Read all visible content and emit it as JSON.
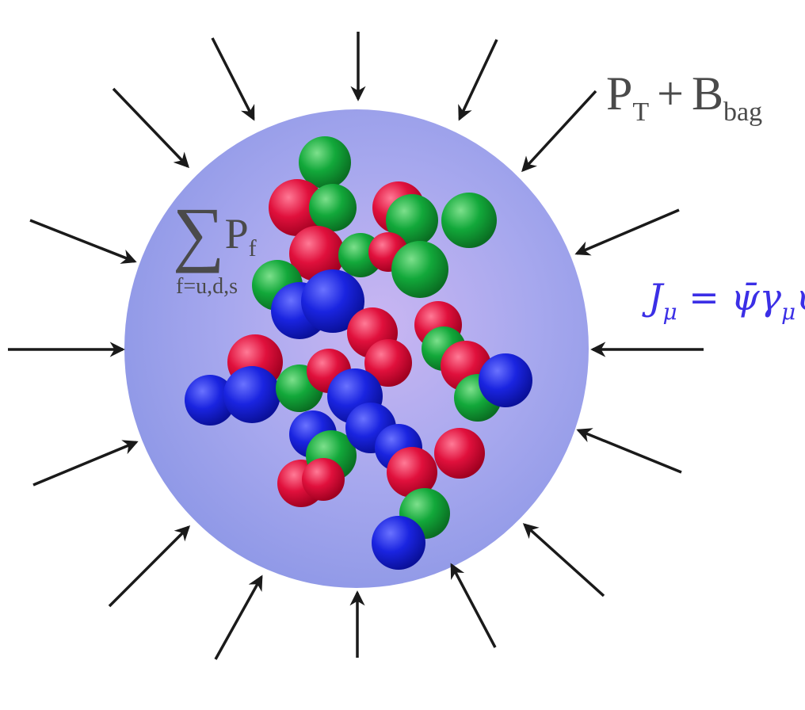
{
  "labels": {
    "pressure": {
      "main": "P",
      "sub": "T",
      "op": "+",
      "b": "B",
      "bsub": "bag"
    },
    "sum": {
      "sigma": "∑",
      "p": "P",
      "sub": "f",
      "range": "f=u,d,s"
    },
    "current": {
      "j": "J",
      "jsub": "μ",
      "eq": " = ",
      "psibar": "ψ̄",
      "gamma": "γ",
      "gsub": "μ",
      "psi": "ψ",
      "color": "#3b2fe6"
    }
  },
  "quark_colors": {
    "red": "#e0103c",
    "green": "#12a83a",
    "blue": "#1a24e0"
  },
  "bag_color": "#8f98ee"
}
